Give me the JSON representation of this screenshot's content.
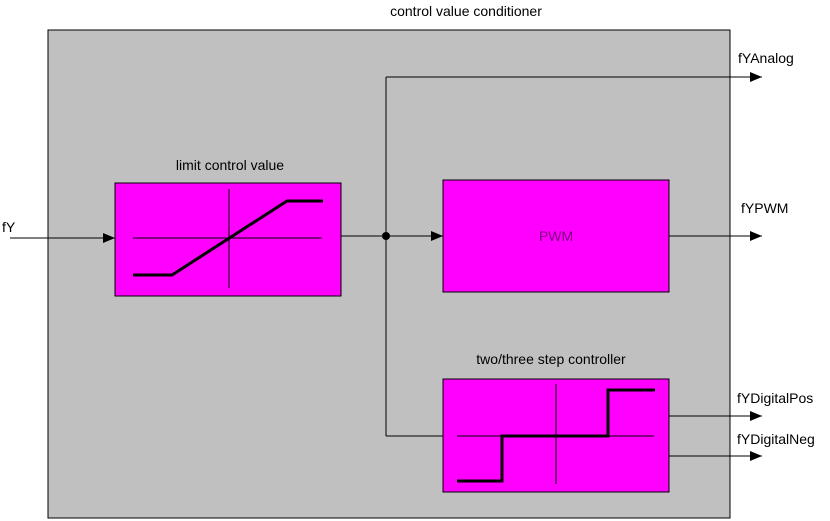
{
  "diagram": {
    "title": "control value conditioner",
    "input": {
      "label": "fY"
    },
    "blocks": {
      "limit": {
        "label": "limit control value"
      },
      "pwm": {
        "label": "PWM"
      },
      "step": {
        "label": "two/three step controller"
      }
    },
    "outputs": {
      "analog": "fYAnalog",
      "pwm": "fYPWM",
      "digital_pos": "fYDigitalPos",
      "digital_neg": "fYDigitalNeg"
    },
    "colors": {
      "container": "#c0c0c0",
      "block": "#ff00ff",
      "line": "#000000",
      "block_text": "#800080"
    }
  }
}
